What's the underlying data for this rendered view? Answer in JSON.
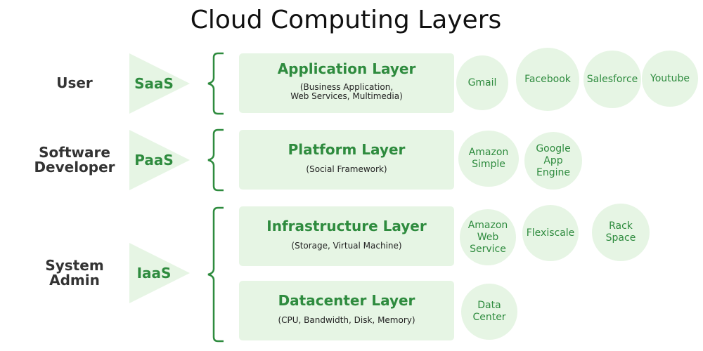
{
  "title": "Cloud Computing Layers",
  "colors": {
    "accent_green": "#2e8b3e",
    "light_green": "#e6f5e4",
    "text_dark": "#333333"
  },
  "rows": [
    {
      "role_lines": [
        "User"
      ],
      "service": "SaaS",
      "layers": [
        {
          "name": "Application Layer",
          "description_lines": [
            "(Business Application,",
            "Web Services, Multimedia)"
          ],
          "examples": [
            [
              "Gmail"
            ],
            [
              "Facebook"
            ],
            [
              "Salesforce"
            ],
            [
              "Youtube"
            ]
          ]
        }
      ]
    },
    {
      "role_lines": [
        "Software",
        "Developer"
      ],
      "service": "PaaS",
      "layers": [
        {
          "name": "Platform Layer",
          "description_lines": [
            "(Social Framework)"
          ],
          "examples": [
            [
              "Amazon",
              "Simple"
            ],
            [
              "Google",
              "App",
              "Engine"
            ]
          ]
        }
      ]
    },
    {
      "role_lines": [
        "System",
        "Admin"
      ],
      "service": "IaaS",
      "layers": [
        {
          "name": "Infrastructure Layer",
          "description_lines": [
            "(Storage, Virtual Machine)"
          ],
          "examples": [
            [
              "Amazon",
              "Web",
              "Service"
            ],
            [
              "Flexiscale"
            ],
            [
              "Rack",
              "Space"
            ]
          ]
        },
        {
          "name": "Datacenter Layer",
          "description_lines": [
            "(CPU, Bandwidth, Disk, Memory)"
          ],
          "examples": [
            [
              "Data",
              "Center"
            ]
          ]
        }
      ]
    }
  ]
}
